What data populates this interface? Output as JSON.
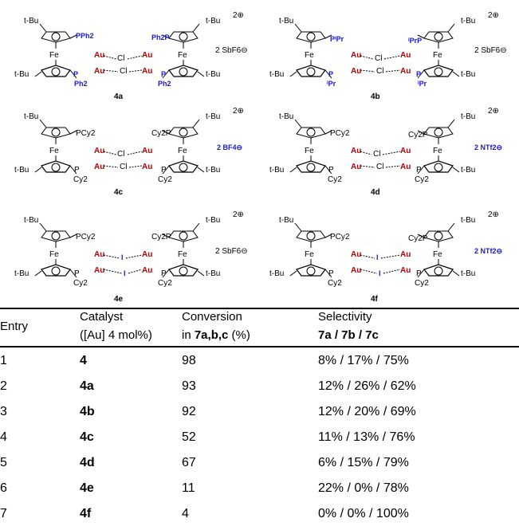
{
  "scheme": {
    "charge": "2⊕",
    "labels": {
      "tbu": "t-Bu",
      "fe": "Fe",
      "au": "Au",
      "cl": "Cl",
      "i": "I",
      "pph2": "PPh2",
      "ph2": "Ph2",
      "ph2p": "Ph2P",
      "pipr": "PⁱPr",
      "ipr": "ⁱPr",
      "iprp": "ⁱPrP",
      "pcy2": "PCy2",
      "cy2": "Cy2",
      "cy2p": "Cy2P",
      "p": "P"
    },
    "compounds": [
      {
        "id": "4a",
        "counterion": "2 SbF6⊖"
      },
      {
        "id": "4b",
        "counterion": "2 SbF6⊖"
      },
      {
        "id": "4c",
        "counterion": "2 BF4⊖"
      },
      {
        "id": "4d",
        "counterion": "2 NTf2⊖"
      },
      {
        "id": "4e",
        "counterion": "2 SbF6⊖"
      },
      {
        "id": "4f",
        "counterion": "2 NTf2⊖"
      }
    ]
  },
  "table": {
    "headers": {
      "entry": "Entry",
      "catalyst_1": "Catalyst",
      "catalyst_2": "([Au] 4 mol%)",
      "conversion_1": "Conversion",
      "conversion_2_pre": "in ",
      "conversion_2_bold": "7a,b,c",
      "conversion_2_post": " (%)",
      "selectivity_1": "Selectivity",
      "selectivity_2": "7a / 7b / 7c"
    },
    "rows": [
      {
        "entry": "1",
        "catalyst": "4",
        "conversion": "98",
        "selectivity": "8% / 17% / 75%"
      },
      {
        "entry": "2",
        "catalyst": "4a",
        "conversion": "93",
        "selectivity": "12% / 26% / 62%"
      },
      {
        "entry": "3",
        "catalyst": "4b",
        "conversion": "92",
        "selectivity": "12% / 20% / 69%"
      },
      {
        "entry": "4",
        "catalyst": "4c",
        "conversion": "52",
        "selectivity": "11% / 13% / 76%"
      },
      {
        "entry": "5",
        "catalyst": "4d",
        "conversion": "67",
        "selectivity": "6% / 15% / 79%"
      },
      {
        "entry": "6",
        "catalyst": "4e",
        "conversion": "11",
        "selectivity": "22% / 0% / 78%"
      },
      {
        "entry": "7",
        "catalyst": "4f",
        "conversion": "4",
        "selectivity": "0% / 0% / 100%"
      }
    ]
  }
}
